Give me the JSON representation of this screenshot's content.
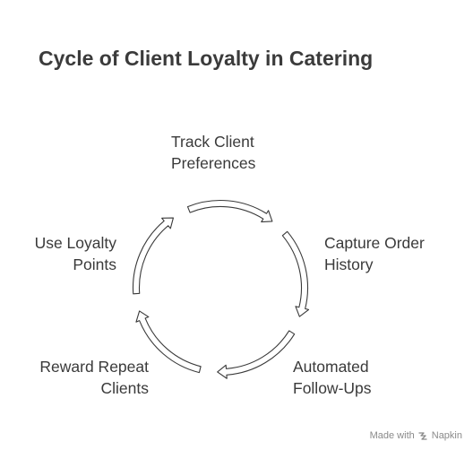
{
  "title": "Cycle of Client Loyalty in Catering",
  "steps": [
    {
      "lines": [
        "Track Client",
        "Preferences"
      ]
    },
    {
      "lines": [
        "Capture Order",
        "History"
      ]
    },
    {
      "lines": [
        "Automated",
        "Follow-Ups"
      ]
    },
    {
      "lines": [
        "Reward Repeat",
        "Clients"
      ]
    },
    {
      "lines": [
        "Use Loyalty",
        "Points"
      ]
    }
  ],
  "footer": {
    "made_with": "Made with",
    "brand": "Napkin"
  },
  "colors": {
    "arrow_stroke": "#3a3a3a",
    "arrow_fill": "#ffffff",
    "text": "#3a3a3a"
  }
}
